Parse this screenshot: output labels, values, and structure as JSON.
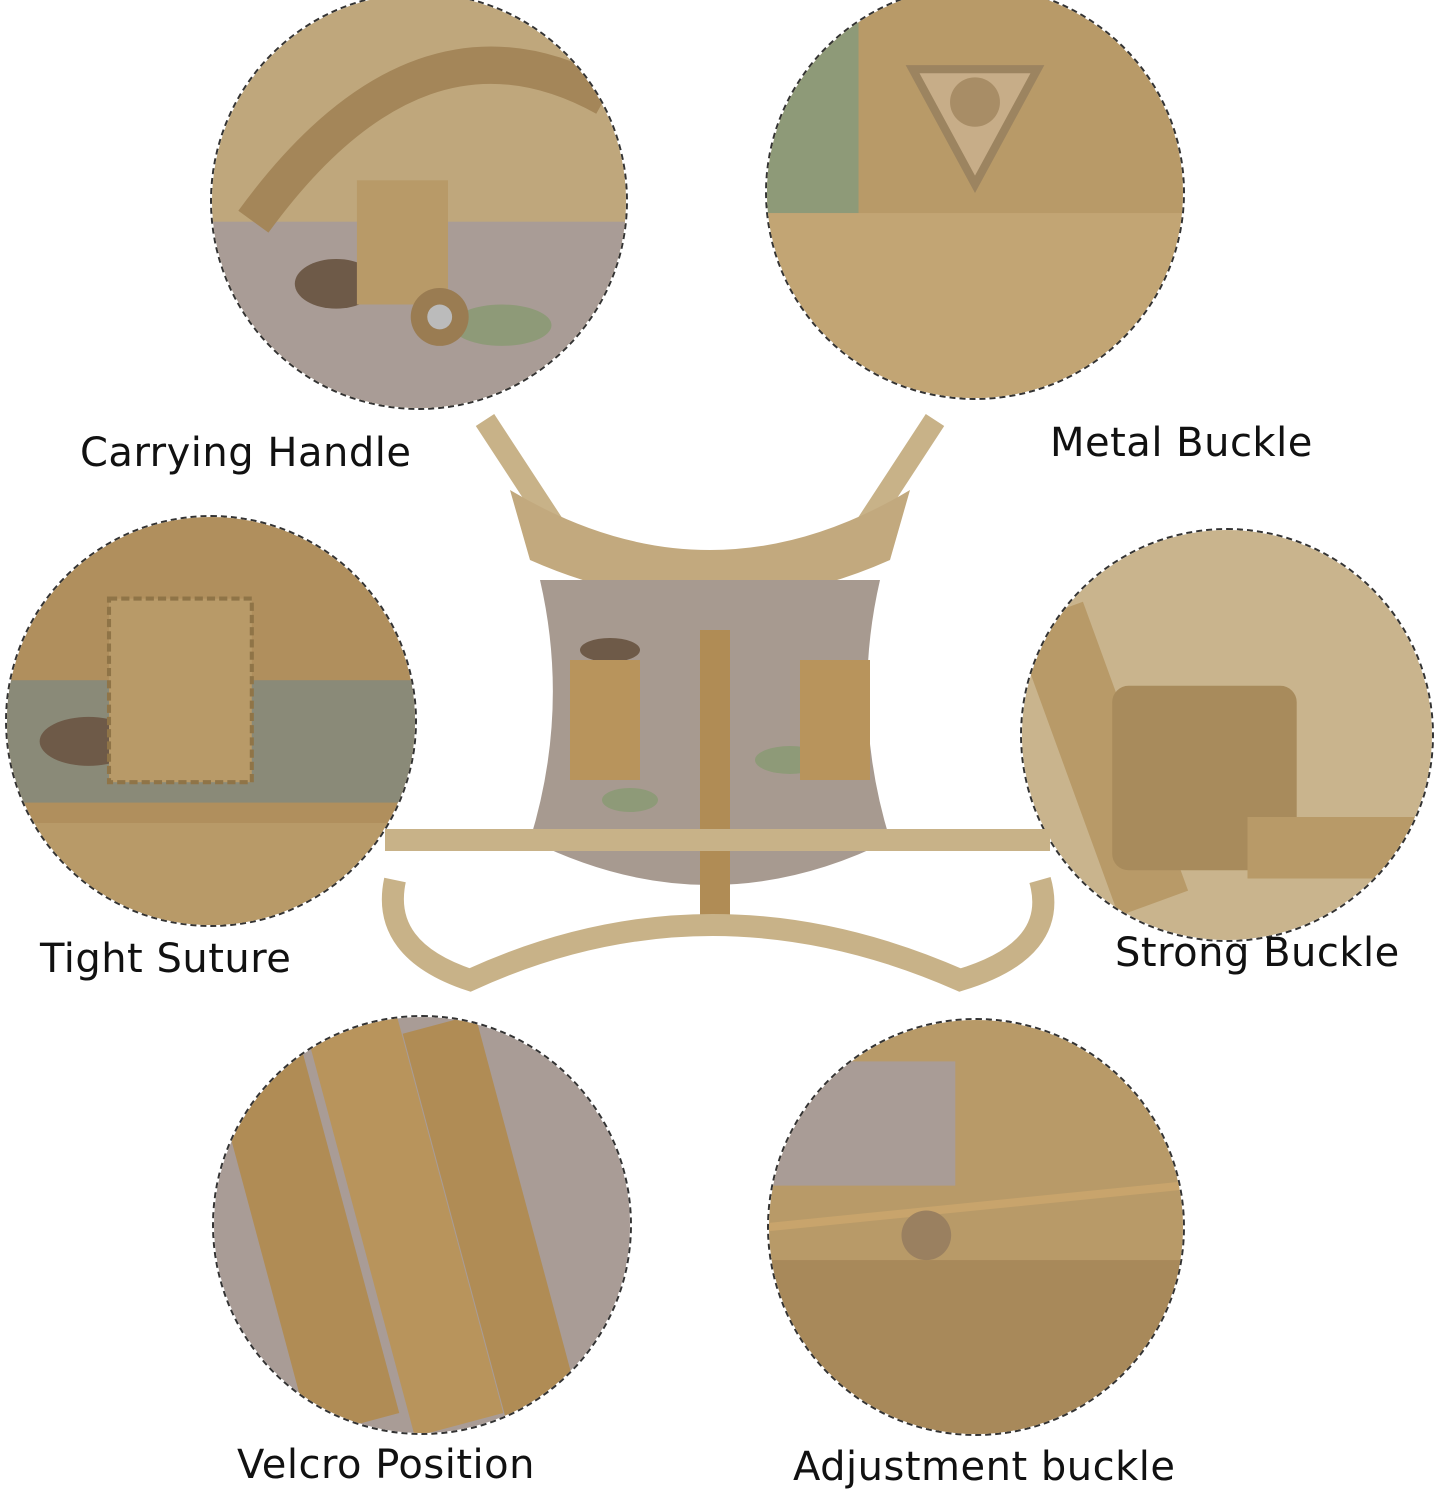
{
  "labels": {
    "carrying_handle": "Carrying Handle",
    "metal_buckle": "Metal Buckle",
    "tight_suture": "Tight Suture",
    "strong_buckle": "Strong Buckle",
    "velcro_position": "Velcro Position",
    "adjustment_buckle": "Adjustment buckle"
  },
  "colors": {
    "tan": "#b89a68",
    "tan_light": "#cdb58a",
    "tan_dark": "#8f7447",
    "camo_green": "#8e9a78",
    "camo_pink": "#b9a3a8",
    "camo_brown": "#6e5a48",
    "border": "#333333"
  }
}
